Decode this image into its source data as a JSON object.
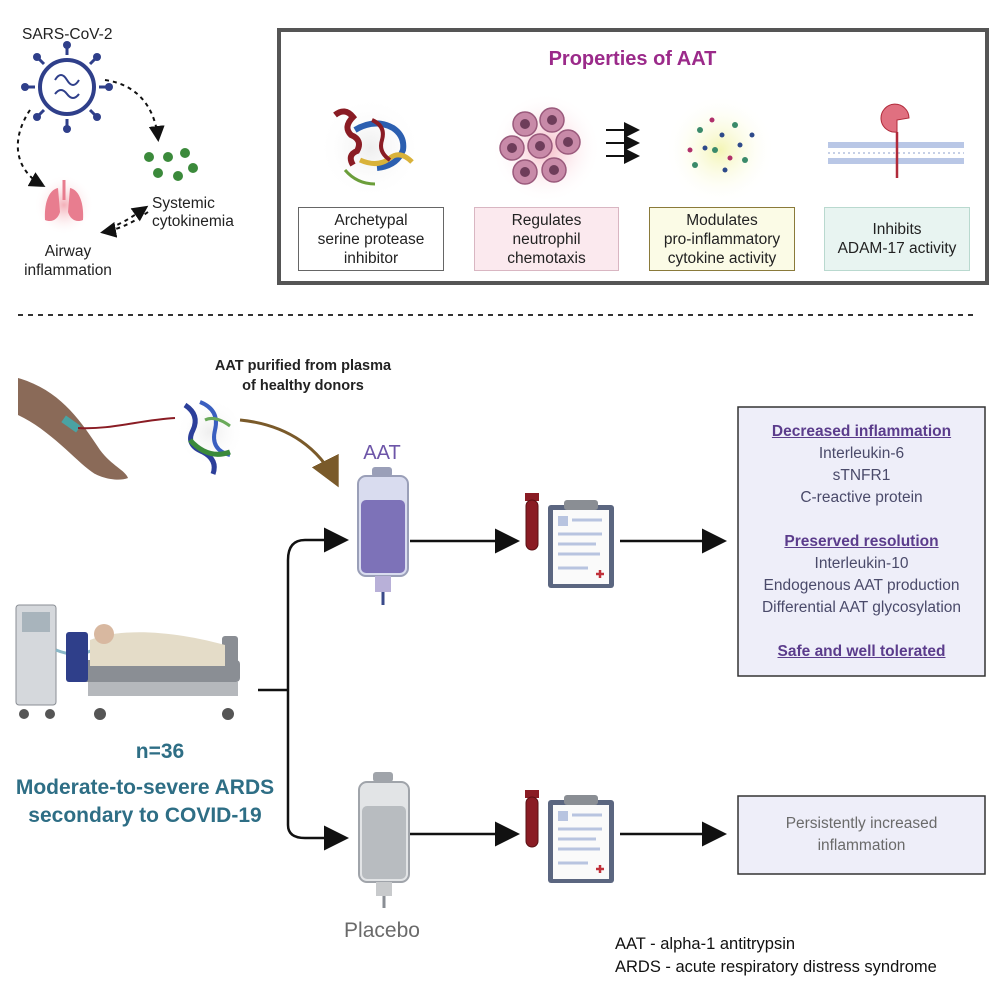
{
  "top_left": {
    "virus_label": "SARS-CoV-2",
    "systemic": [
      "Systemic",
      "cytokinemia"
    ],
    "airway": [
      "Airway",
      "inflammation"
    ]
  },
  "properties": {
    "title": "Properties of AAT",
    "boxes": [
      {
        "lines": [
          "Archetypal",
          "serine protease",
          "inhibitor"
        ]
      },
      {
        "lines": [
          "Regulates",
          "neutrophil",
          "chemotaxis"
        ]
      },
      {
        "lines": [
          "Modulates",
          "pro-inflammatory",
          "cytokine activity"
        ]
      },
      {
        "lines": [
          "Inhibits",
          "ADAM-17 activity"
        ]
      }
    ]
  },
  "donor": {
    "lines": [
      "AAT purified from plasma",
      "of healthy donors"
    ]
  },
  "arms": {
    "aat_label": "AAT",
    "placebo_label": "Placebo"
  },
  "cohort": {
    "n": "n=36",
    "lines": [
      "Moderate-to-severe ARDS",
      "secondary to COVID-19"
    ]
  },
  "outcomes_aat": {
    "decreased_head": "Decreased inflammation",
    "decreased": [
      "Interleukin-6",
      "sTNFR1",
      "C-reactive protein"
    ],
    "preserved_head": "Preserved resolution",
    "preserved": [
      "Interleukin-10",
      "Endogenous AAT production",
      "Differential AAT glycosylation"
    ],
    "safe_head": "Safe and well tolerated"
  },
  "outcomes_placebo": {
    "lines": [
      "Persistently increased",
      "inflammation"
    ]
  },
  "abbreviations": [
    "AAT - alpha-1 antitrypsin",
    "ARDS - acute respiratory distress syndrome"
  ],
  "colors": {
    "title_purple": "#9b2a8a",
    "teal": "#2e6e85",
    "aat_purple": "#6d55a8",
    "outcome_bg": "#eeeef9"
  }
}
